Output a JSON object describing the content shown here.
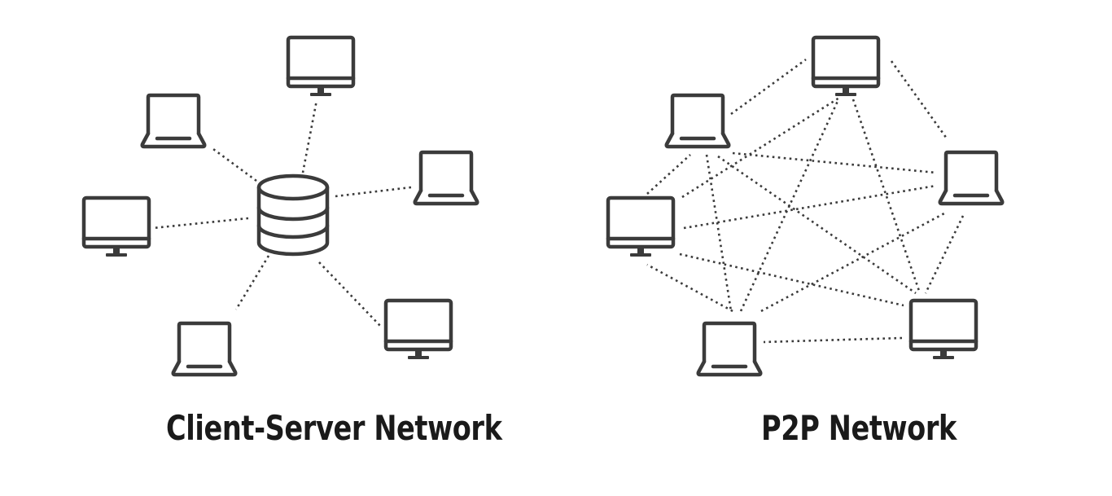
{
  "diagrams": [
    {
      "caption": "Client-Server Network",
      "hub": "server",
      "nodes": [
        {
          "id": "cs-top-desktop",
          "device": "desktop-icon"
        },
        {
          "id": "cs-upper-left-laptop",
          "device": "laptop-icon"
        },
        {
          "id": "cs-right-laptop",
          "device": "laptop-icon"
        },
        {
          "id": "cs-left-desktop",
          "device": "desktop-icon"
        },
        {
          "id": "cs-bottom-laptop",
          "device": "laptop-icon"
        },
        {
          "id": "cs-bottom-right-desktop",
          "device": "desktop-icon"
        }
      ],
      "topology": "star"
    },
    {
      "caption": "P2P Network",
      "nodes": [
        {
          "id": "p2p-top-desktop",
          "device": "desktop-icon"
        },
        {
          "id": "p2p-upper-left-laptop",
          "device": "laptop-icon"
        },
        {
          "id": "p2p-right-laptop",
          "device": "laptop-icon"
        },
        {
          "id": "p2p-left-desktop",
          "device": "desktop-icon"
        },
        {
          "id": "p2p-bottom-laptop",
          "device": "laptop-icon"
        },
        {
          "id": "p2p-bottom-right-desktop",
          "device": "desktop-icon"
        }
      ],
      "topology": "full-mesh"
    }
  ],
  "colors": {
    "icon": "#3b3b3b",
    "text": "#1a1a1a",
    "background": "#ffffff"
  }
}
